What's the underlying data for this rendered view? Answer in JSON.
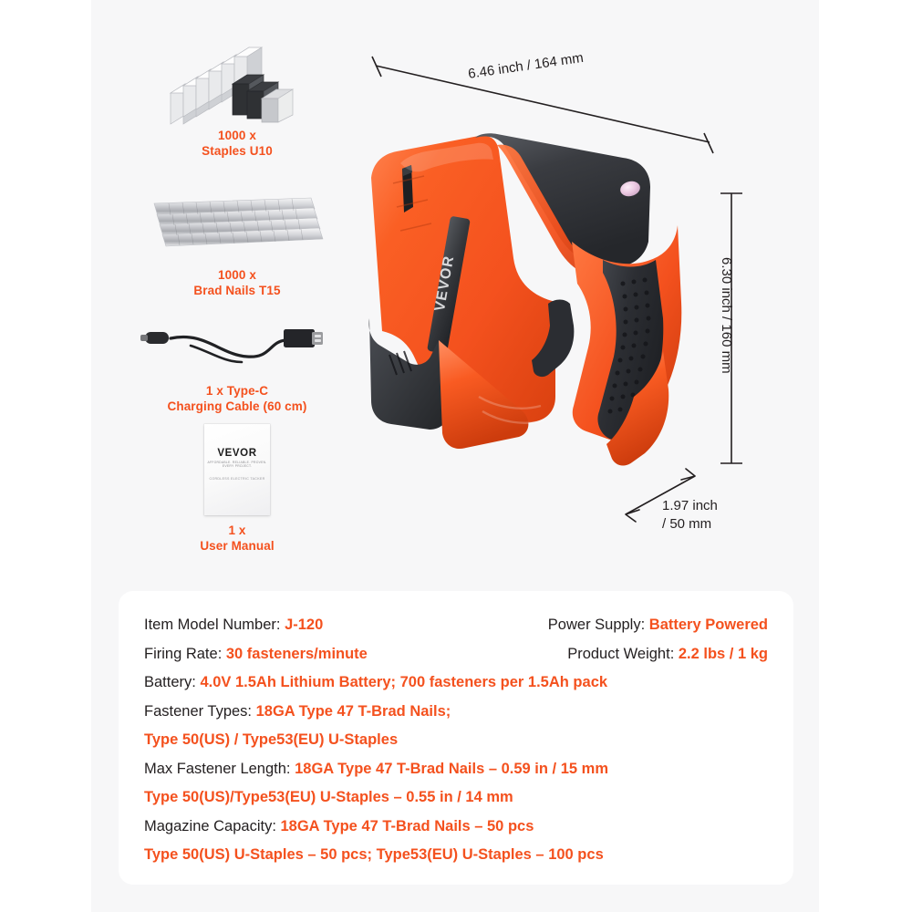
{
  "accessories": [
    {
      "id": "staples",
      "icon": "staples-icon",
      "label": "1000 x\nStaples U10"
    },
    {
      "id": "brad-nails",
      "icon": "brad-nails-icon",
      "label": "1000 x\nBrad Nails T15"
    },
    {
      "id": "charging-cable",
      "icon": "usb-cable-icon",
      "label": "1 x Type-C\nCharging Cable (60 cm)"
    },
    {
      "id": "user-manual",
      "icon": "manual-booklet-icon",
      "label": "1 x\nUser Manual"
    }
  ],
  "manual_cover": {
    "brand": "VEVOR",
    "tagline": "AFFORDABLE. RELIABLE. PROVEN. EVERY PROJECT.",
    "subtitle": "CORDLESS ELECTRIC TACKER"
  },
  "product": {
    "brand_badge": "VEVOR",
    "colors": {
      "orange": "#f4551c",
      "orange_light": "#ff7a45",
      "orange_dark": "#c8380d",
      "black": "#2e3034",
      "black_light": "#4c4f55",
      "led": "#e8c4de"
    }
  },
  "dimensions": {
    "width": "6.46 inch / 164 mm",
    "height": "6.30 inch / 160 mm",
    "depth": "1.97 inch\n/ 50 mm"
  },
  "specs": {
    "rows": [
      {
        "type": "pair",
        "left": {
          "key": "Item Model Number: ",
          "value": "J-120"
        },
        "right": {
          "key": "Power Supply: ",
          "value": "Battery Powered"
        }
      },
      {
        "type": "pair",
        "left": {
          "key": "Firing Rate: ",
          "value": "30 fasteners/minute"
        },
        "right": {
          "key": "Product Weight: ",
          "value": "2.2 lbs / 1 kg"
        }
      },
      {
        "type": "full",
        "key": "Battery: ",
        "value": "4.0V 1.5Ah Lithium Battery; 700 fasteners per 1.5Ah pack"
      },
      {
        "type": "full",
        "key": "Fastener Types: ",
        "value": "18GA Type 47 T-Brad Nails;"
      },
      {
        "type": "full",
        "key": "",
        "value": "Type 50(US) / Type53(EU) U-Staples"
      },
      {
        "type": "full",
        "key": "Max Fastener Length: ",
        "value": "18GA Type 47 T-Brad Nails – 0.59 in / 15 mm"
      },
      {
        "type": "full",
        "key": "",
        "value": "Type 50(US)/Type53(EU) U-Staples – 0.55 in / 14 mm"
      },
      {
        "type": "full",
        "key": "Magazine Capacity: ",
        "value": "18GA Type 47 T-Brad Nails – 50 pcs"
      },
      {
        "type": "full",
        "key": "",
        "value": "Type 50(US) U-Staples – 50 pcs; Type53(EU) U-Staples – 100 pcs"
      }
    ]
  },
  "theme": {
    "accent": "#f4511e",
    "text": "#231f20",
    "canvas": "#f7f7f8",
    "card": "#ffffff"
  }
}
